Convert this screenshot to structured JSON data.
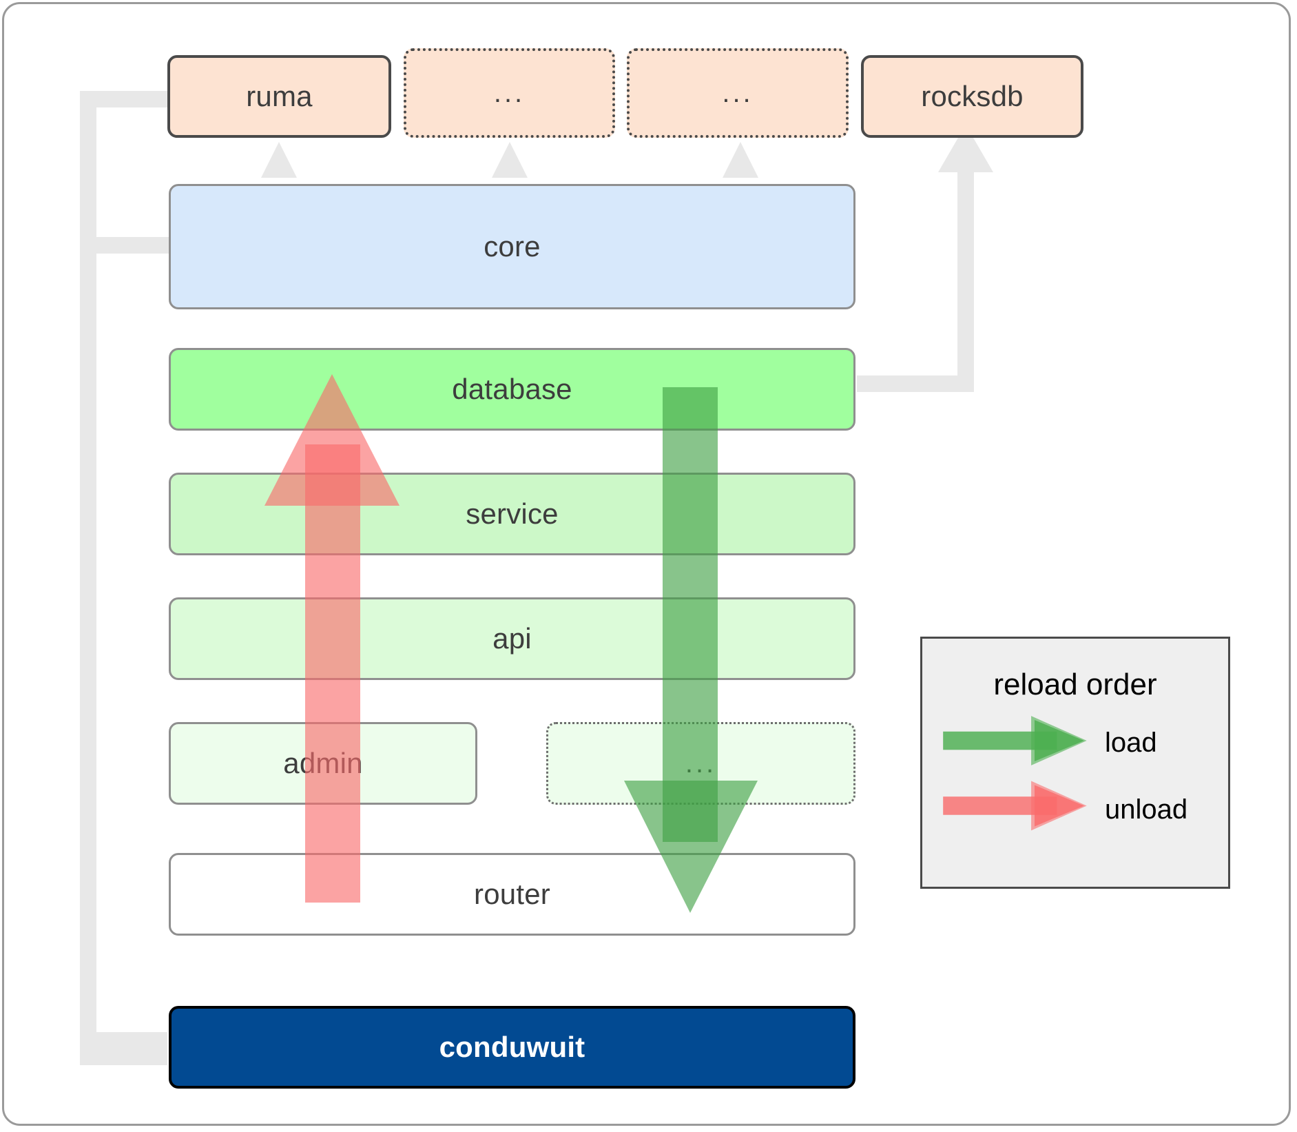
{
  "diagram": {
    "title": "conduwuit crate dependency / reload order diagram",
    "dependencies": [
      {
        "id": "ruma",
        "label": "ruma",
        "style": "solid"
      },
      {
        "id": "dep-more-1",
        "label": "...",
        "style": "dotted"
      },
      {
        "id": "dep-more-2",
        "label": "...",
        "style": "dotted"
      },
      {
        "id": "rocksdb",
        "label": "rocksdb",
        "style": "solid"
      }
    ],
    "core": {
      "id": "core",
      "label": "core"
    },
    "layers": [
      {
        "id": "database",
        "label": "database"
      },
      {
        "id": "service",
        "label": "service"
      },
      {
        "id": "api",
        "label": "api"
      },
      {
        "id": "admin",
        "label": "admin"
      },
      {
        "id": "layer-more",
        "label": "...",
        "style": "dotted"
      },
      {
        "id": "router",
        "label": "router"
      }
    ],
    "app": {
      "id": "conduwuit",
      "label": "conduwuit"
    },
    "legend": {
      "title": "reload order",
      "entries": [
        {
          "id": "load",
          "label": "load",
          "color": "#4caf50"
        },
        {
          "id": "unload",
          "label": "unload",
          "color": "#f98080"
        }
      ]
    },
    "colors": {
      "dependency_fill": "#fde3d2",
      "dependency_stroke": "#4a4a4a",
      "core_fill": "#d7e8fb",
      "database_fill": "#a0ff9e",
      "service_fill": "#ccf8c8",
      "api_fill": "#dcfbd9",
      "admin_fill": "#edfdec",
      "layer_more_fill": "#edfdec",
      "router_fill": "#ffffff",
      "app_fill": "#024a92",
      "app_text": "#ffffff",
      "connector": "#e8e8e8",
      "load_arrow": "#4caf50",
      "unload_arrow": "#f98080",
      "legend_bg": "#efefef",
      "frame_stroke": "#9a9a9a"
    }
  }
}
